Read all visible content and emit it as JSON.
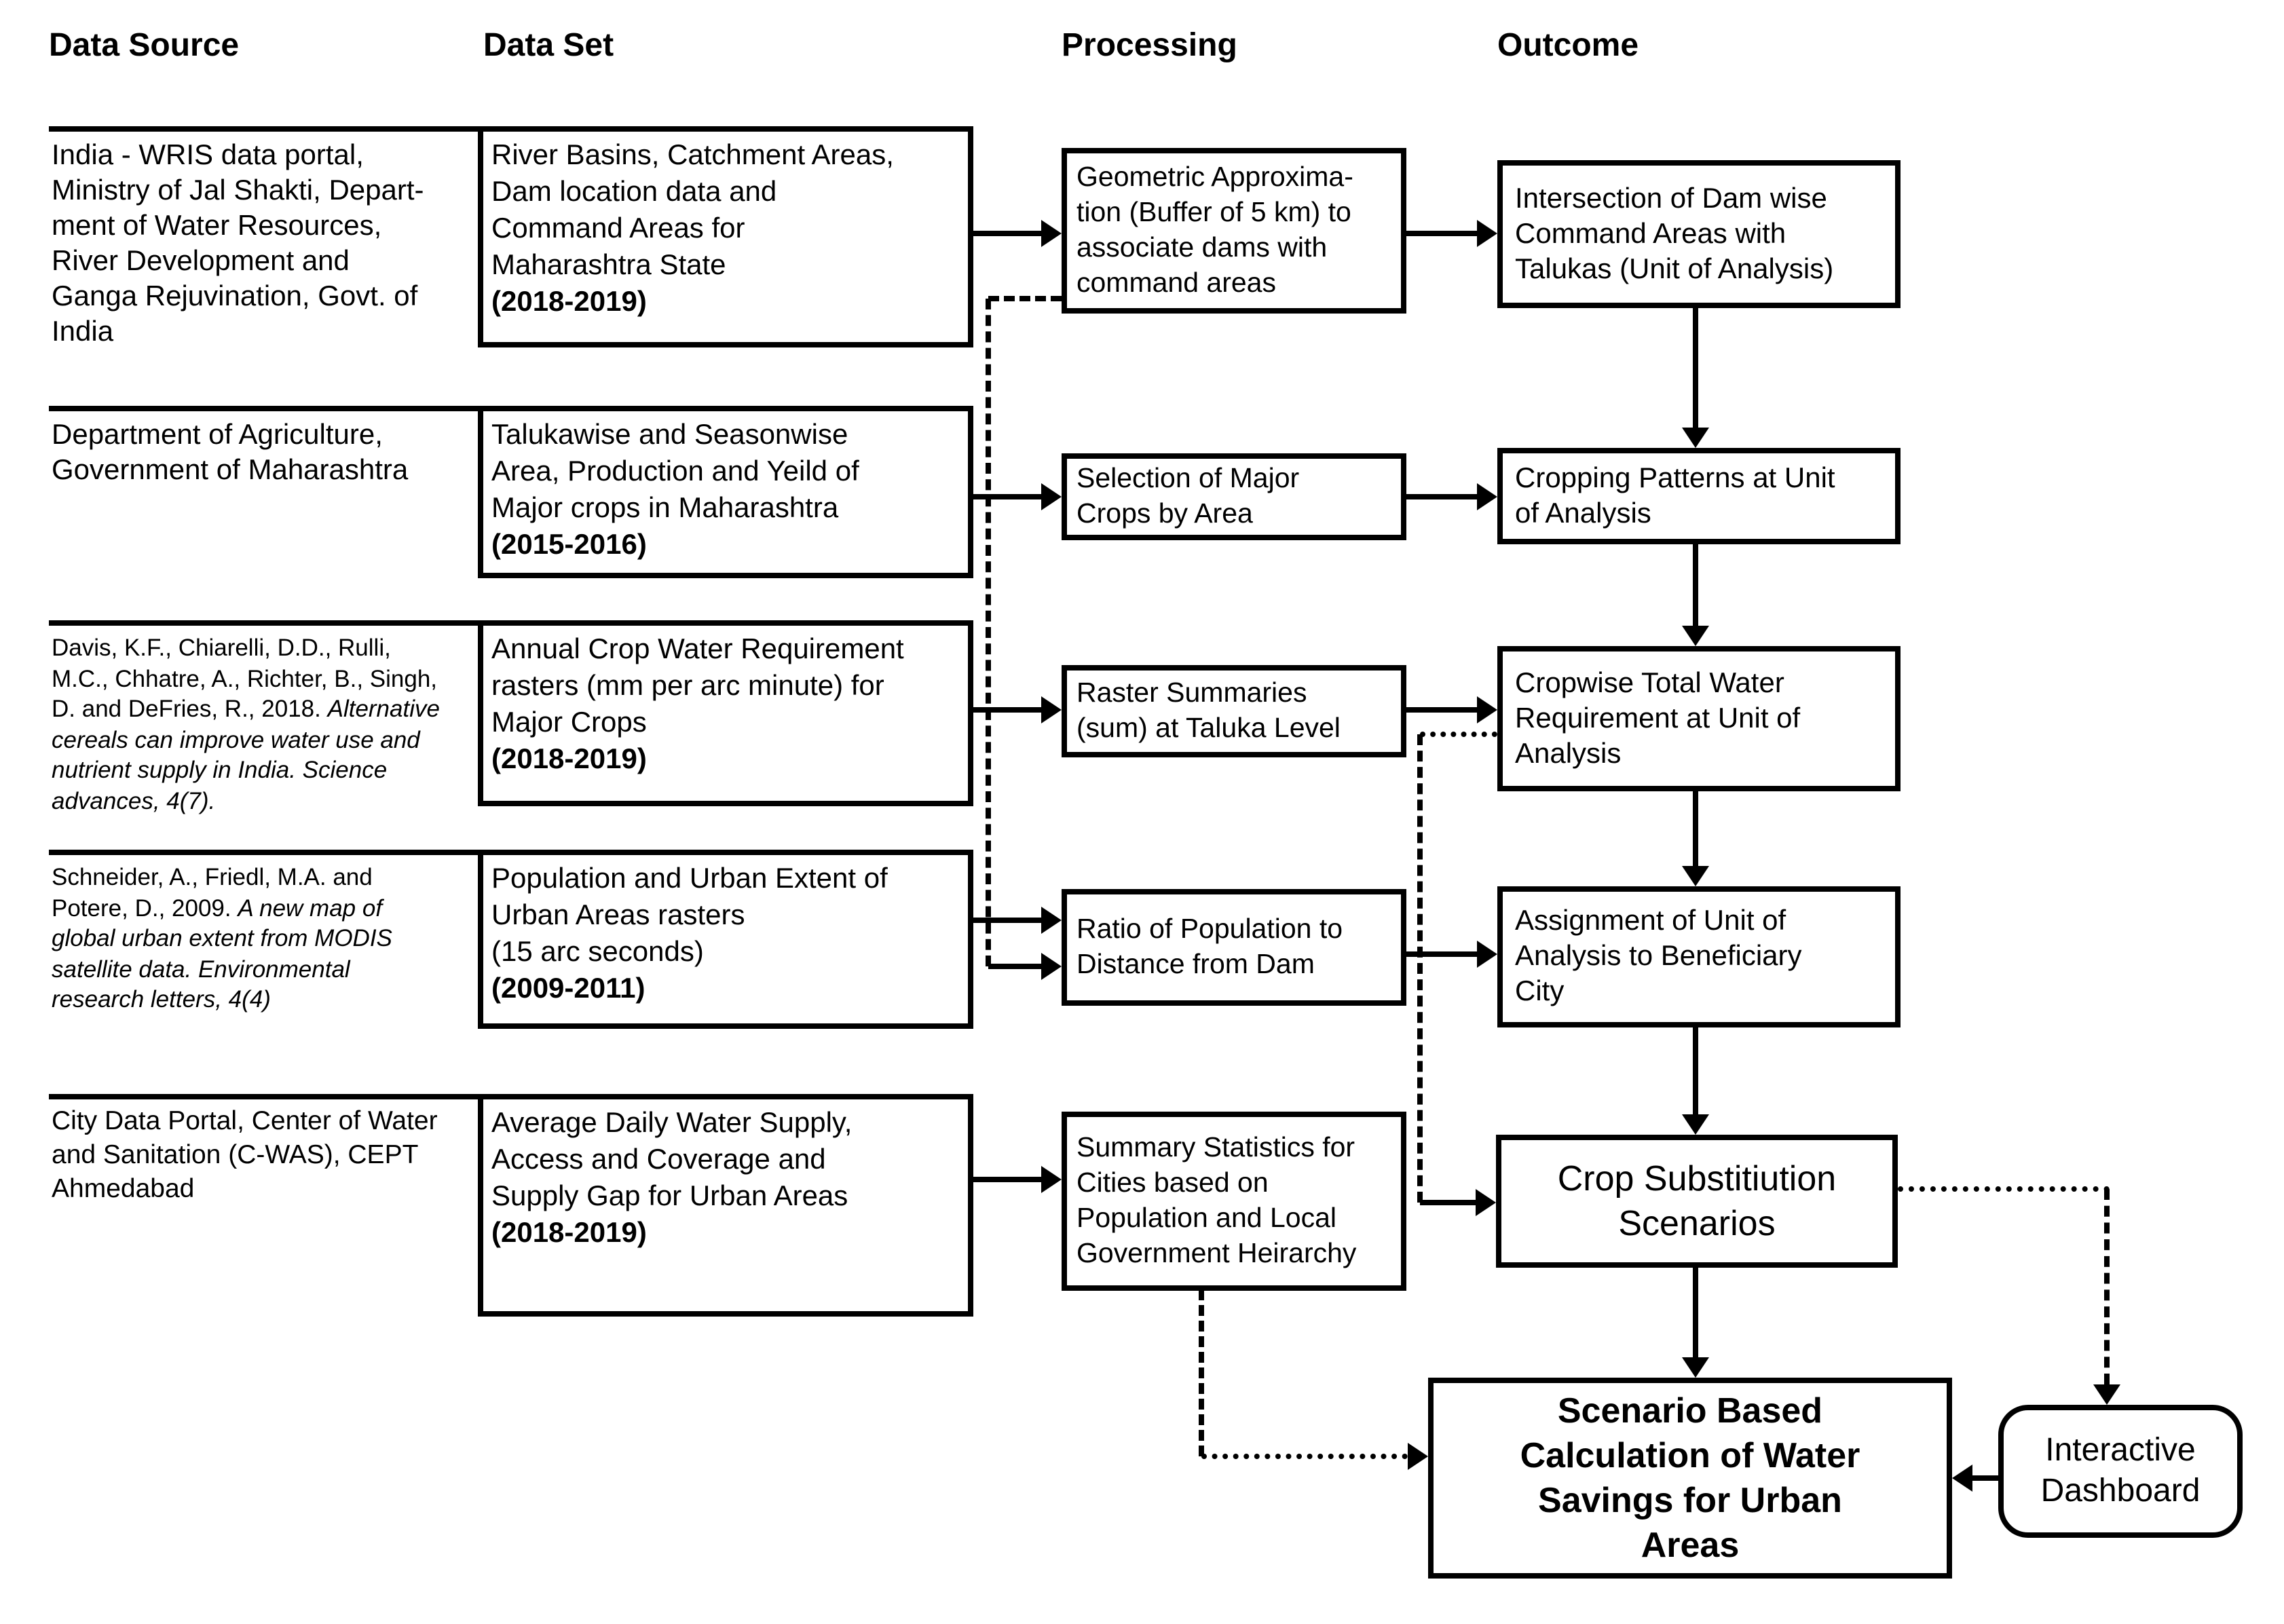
{
  "page": {
    "background": "#ffffff",
    "ink": "#000000"
  },
  "headers": {
    "data_source": "Data Source",
    "data_set": "Data Set",
    "processing": "Processing",
    "outcome": "Outcome"
  },
  "rows": [
    {
      "source": {
        "normal": "India - WRIS data portal,\nMinistry of Jal Shakti, Depart-\nment of Water Resources,\nRiver Development and\nGanga Rejuvination, Govt. of\nIndia"
      },
      "dataset": {
        "text": "River Basins, Catchment Areas,\nDam location data and\nCommand Areas for\nMaharashtra State",
        "years": "(2018-2019)"
      },
      "processing": "Geometric Approxima-\ntion (Buffer of 5 km) to\nassociate dams with\ncommand areas",
      "outcome": "Intersection of Dam wise\nCommand Areas with\nTalukas (Unit of Analysis)"
    },
    {
      "source": {
        "normal": "Department of Agriculture,\nGovernment of Maharashtra"
      },
      "dataset": {
        "text": "Talukawise and Seasonwise\nArea, Production and Yeild of\nMajor crops in Maharashtra",
        "years": "(2015-2016)"
      },
      "processing": "Selection of Major\nCrops by Area",
      "outcome": "Cropping Patterns at Unit\nof Analysis"
    },
    {
      "source": {
        "normal": "Davis, K.F., Chiarelli, D.D., Rulli,\nM.C., Chhatre, A., Richter, B., Singh,\nD. and DeFries, R., 2018. ",
        "italic": "Alternative\ncereals can improve water use and\nnutrient supply in India. Science\nadvances, 4(7)."
      },
      "dataset": {
        "text": "Annual Crop Water Requirement\nrasters (mm per arc minute) for\nMajor Crops",
        "years": "(2018-2019)"
      },
      "processing": "Raster Summaries\n(sum) at Taluka Level",
      "outcome": "Cropwise Total Water\nRequirement at Unit of\nAnalysis"
    },
    {
      "source": {
        "normal": "Schneider, A., Friedl, M.A. and\nPotere, D., 2009. ",
        "italic": "A new map of\nglobal urban extent from MODIS\nsatellite data. Environmental\nresearch letters, 4(4)"
      },
      "dataset": {
        "text": "Population and Urban Extent of\nUrban Areas rasters\n(15 arc seconds)",
        "years": "(2009-2011)"
      },
      "processing": "Ratio of Population to\nDistance from Dam",
      "outcome": "Assignment of Unit of\nAnalysis to Beneficiary\nCity"
    },
    {
      "source": {
        "normal": "City Data Portal, Center of Water\nand Sanitation (C-WAS), CEPT\nAhmedabad"
      },
      "dataset": {
        "text": "Average Daily Water Supply,\nAccess and Coverage and\nSupply Gap for Urban Areas",
        "years": "(2018-2019)"
      },
      "processing": "Summary Statistics for\nCities based on\nPopulation and Local\nGovernment Heirarchy"
    }
  ],
  "terminals": {
    "crop_substitution": "Crop Substitiution\nScenarios",
    "scenario_calculation": "Scenario Based\nCalculation of Water\nSavings for Urban\nAreas",
    "interactive_dashboard": "Interactive\nDashboard"
  }
}
